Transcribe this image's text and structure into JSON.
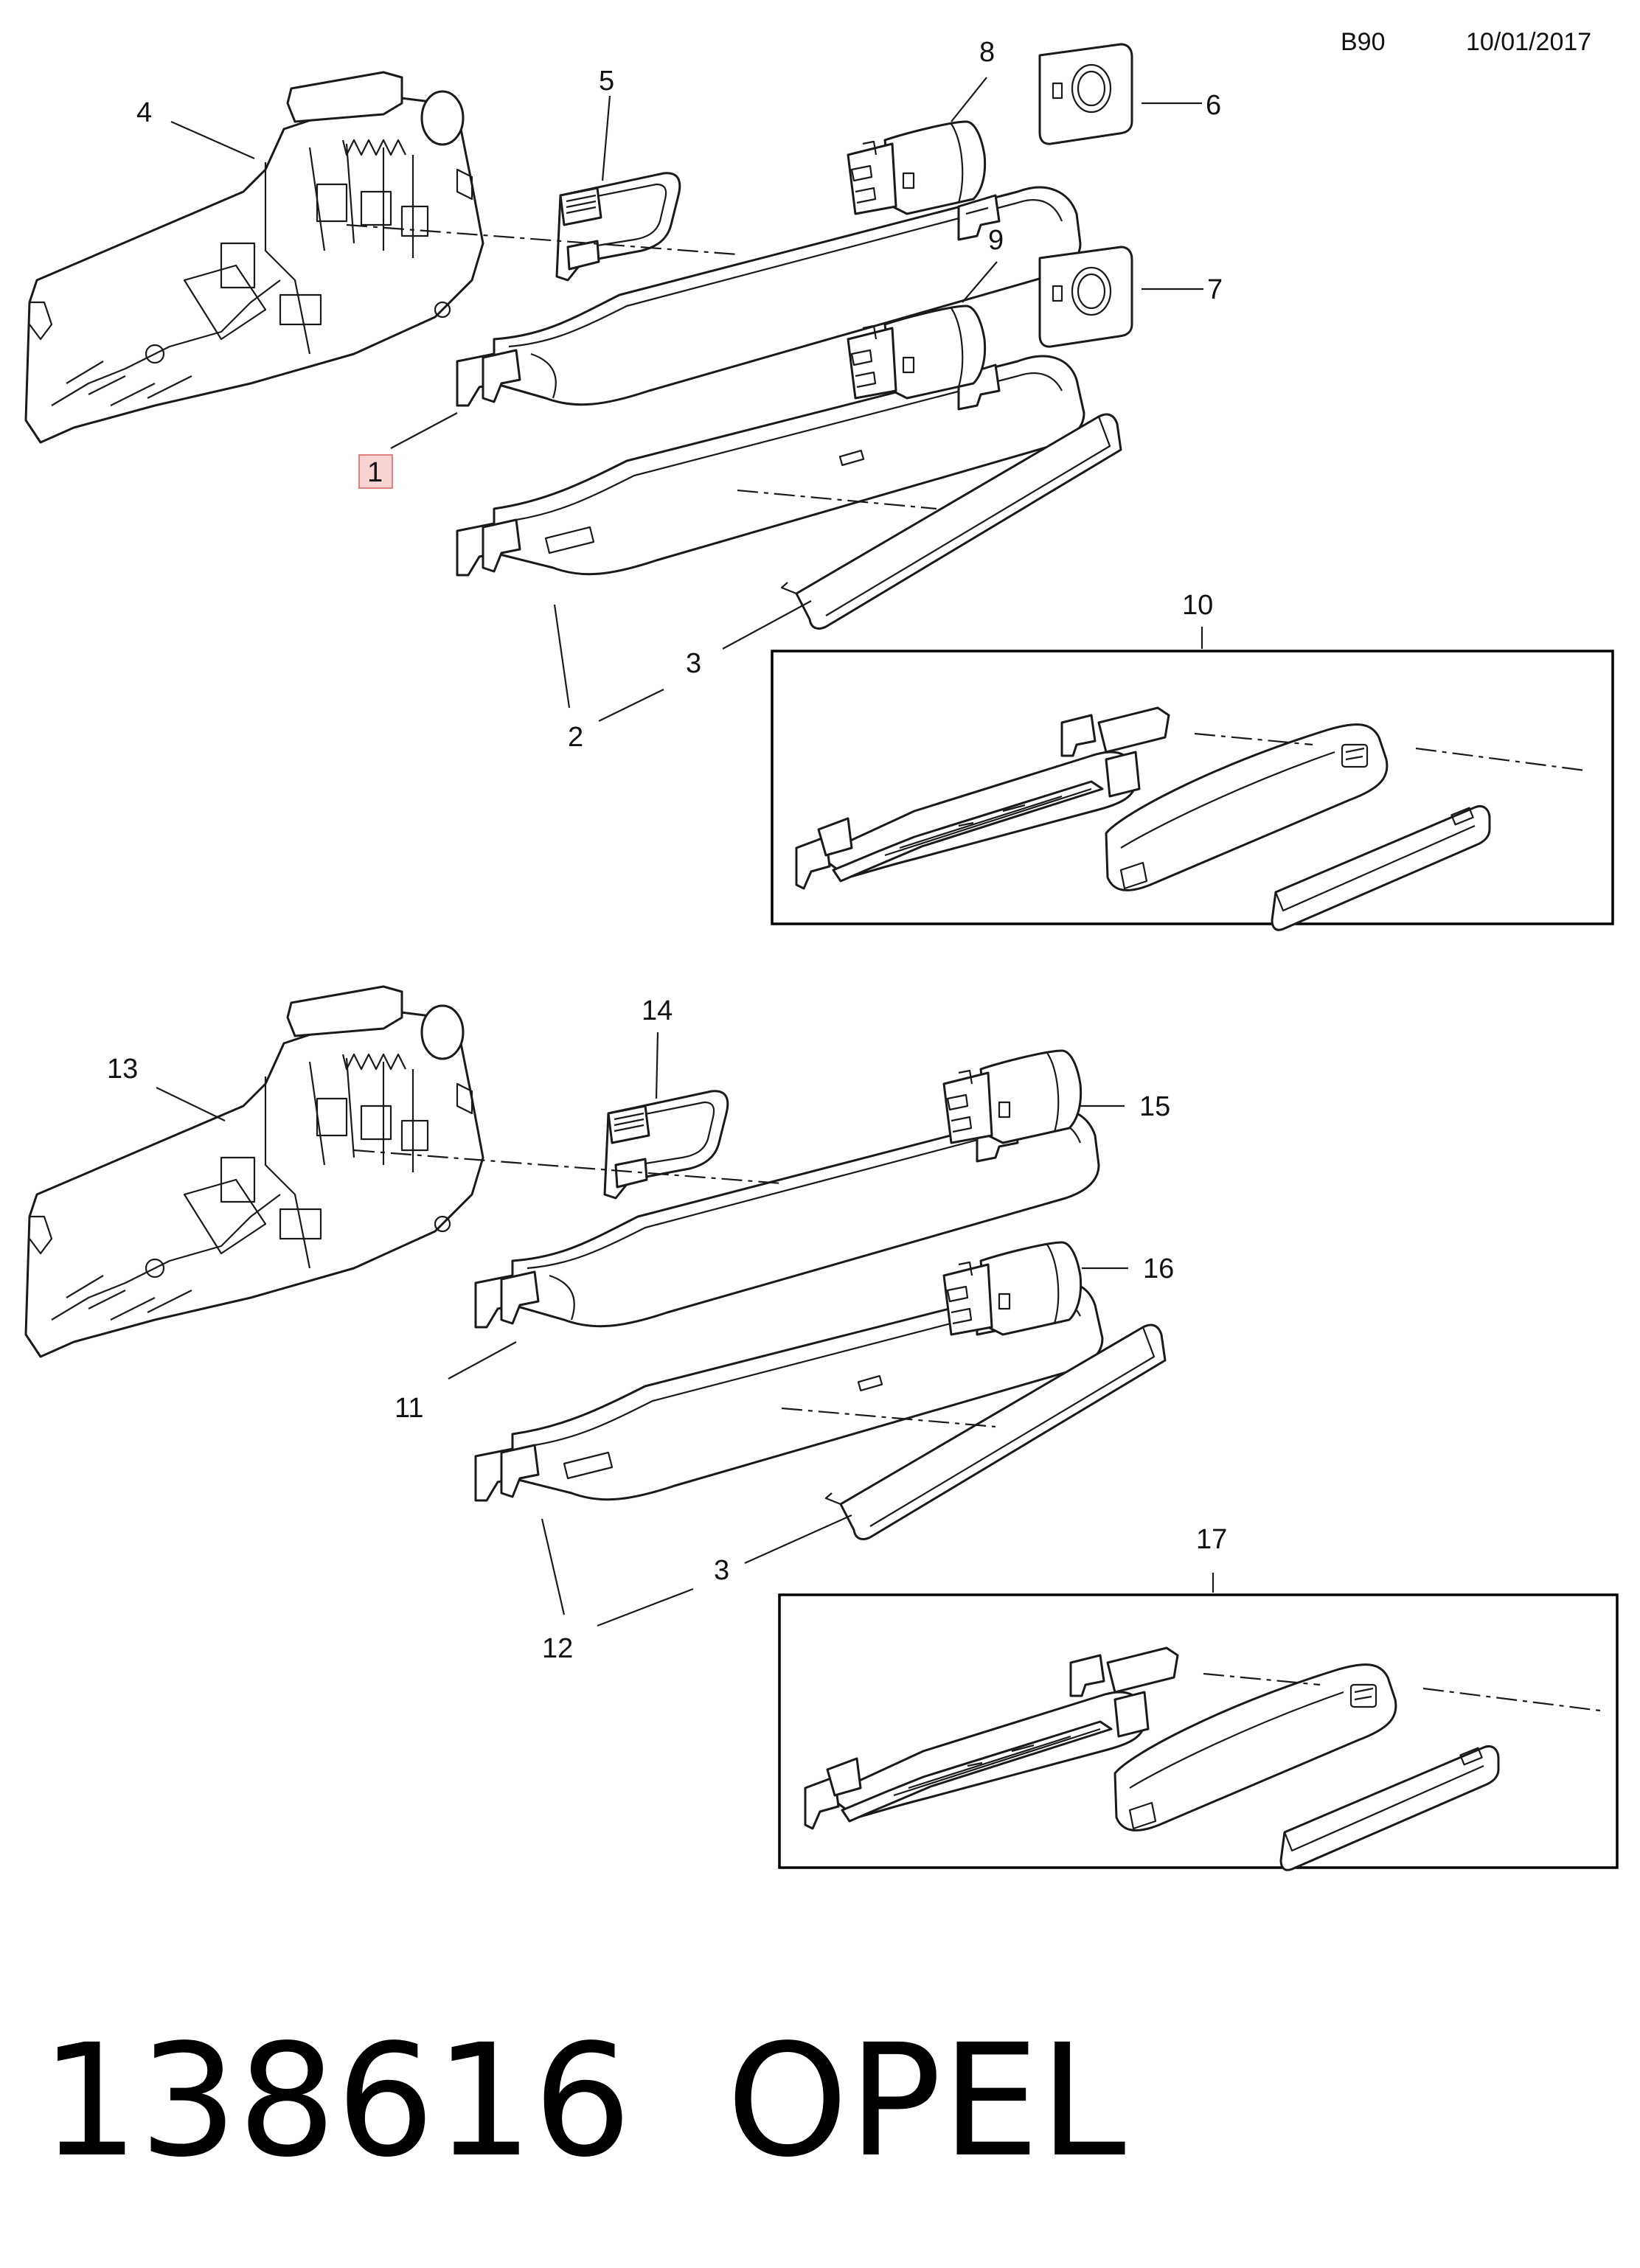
{
  "header": {
    "code": "B90",
    "date": "10/01/2017"
  },
  "callouts": {
    "c1": "1",
    "c2": "2",
    "c3a": "3",
    "c3b": "3",
    "c4": "4",
    "c5": "5",
    "c6": "6",
    "c7": "7",
    "c8": "8",
    "c9": "9",
    "c10": "10",
    "c11": "11",
    "c12": "12",
    "c13": "13",
    "c14": "14",
    "c15": "15",
    "c16": "16",
    "c17": "17"
  },
  "footer": {
    "part_number": "138616",
    "brand": "OPEL"
  },
  "highlight_color": "#f4a0a0"
}
